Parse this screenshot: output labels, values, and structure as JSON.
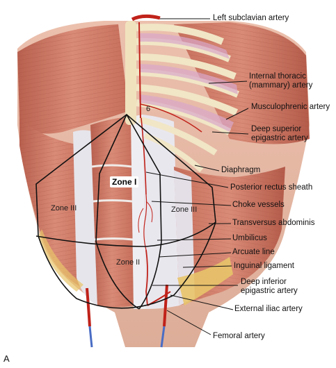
{
  "labels": [
    {
      "id": "left-subclavian-artery",
      "lines": [
        "Left subclavian artery"
      ]
    },
    {
      "id": "internal-thoracic-artery",
      "lines": [
        "Internal thoracic",
        "(mammary) artery"
      ]
    },
    {
      "id": "musculophrenic-artery",
      "lines": [
        "Musculophrenic artery"
      ]
    },
    {
      "id": "deep-superior-epigastric-artery",
      "lines": [
        "Deep superior",
        "epigastric artery"
      ]
    },
    {
      "id": "diaphragm",
      "lines": [
        "Diaphragm"
      ]
    },
    {
      "id": "posterior-rectus-sheath",
      "lines": [
        "Posterior rectus sheath"
      ]
    },
    {
      "id": "choke-vessels",
      "lines": [
        "Choke vessels"
      ]
    },
    {
      "id": "transversus-abdominis",
      "lines": [
        "Transversus abdominis"
      ]
    },
    {
      "id": "umbilicus",
      "lines": [
        "Umbilicus"
      ]
    },
    {
      "id": "arcuate-line",
      "lines": [
        "Arcuate line"
      ]
    },
    {
      "id": "inguinal-ligament",
      "lines": [
        "Inguinal ligament"
      ]
    },
    {
      "id": "deep-inferior-epigastric-artery",
      "lines": [
        "Deep inferior",
        "epigastric artery"
      ]
    },
    {
      "id": "external-iliac-artery",
      "lines": [
        "External iliac artery"
      ]
    },
    {
      "id": "femoral-artery",
      "lines": [
        "Femoral artery"
      ]
    }
  ],
  "zones": {
    "zone_1": "Zone I",
    "zone_2": "Zone II",
    "zone_3_left": "Zone III",
    "zone_3_right": "Zone III"
  },
  "rib_number": "6",
  "panel_letter": "A",
  "colors": {
    "muscle": "#c86f5e",
    "muscle_light": "#e2a28f",
    "fascia": "#e8e6ea",
    "rib": "#f1e6c6",
    "artery": "#c0221a",
    "fat": "#e8c46a",
    "leader": "#111111"
  }
}
